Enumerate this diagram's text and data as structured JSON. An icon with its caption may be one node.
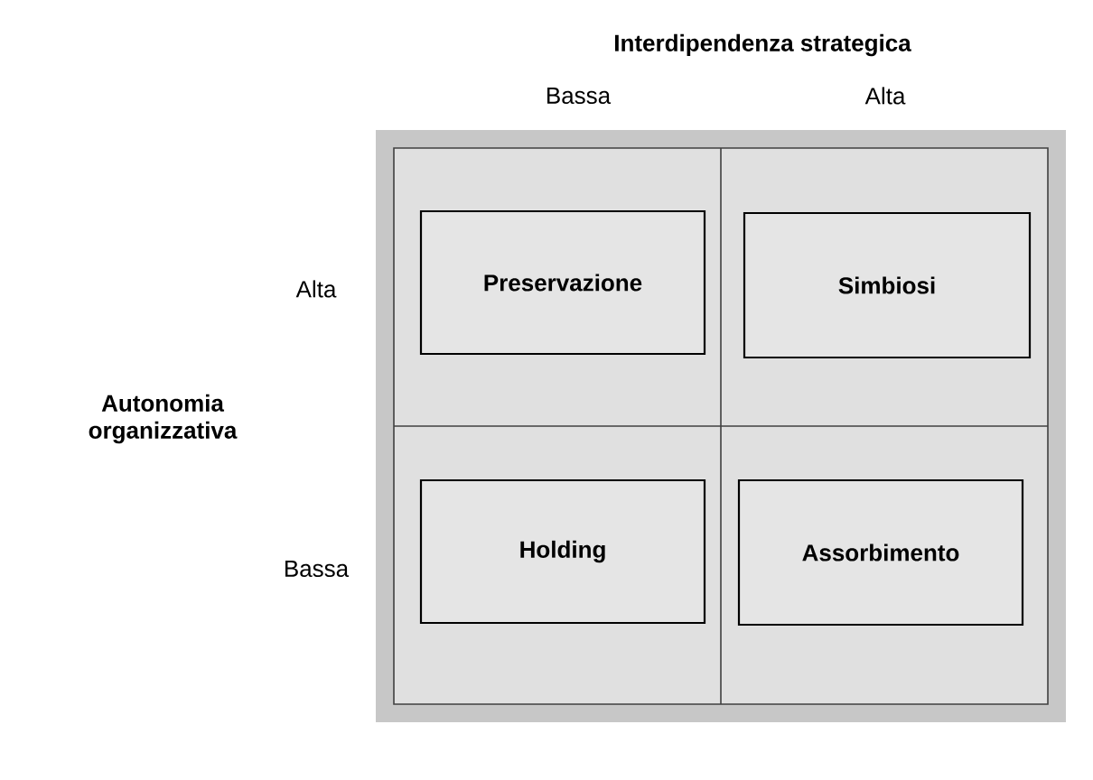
{
  "diagram": {
    "nodes": [
      {
        "text": [
          "Preservazione"
        ]
      },
      {
        "text": [
          "Simbiosi"
        ]
      },
      {
        "text": [
          "Holding"
        ]
      },
      {
        "text": [
          "Assorbimento"
        ]
      }
    ],
    "labels": [
      "Interdipendenza strategica",
      "Bassa",
      "Alta",
      "Alta",
      "Autonomia organizzativa",
      "Bassa"
    ]
  }
}
